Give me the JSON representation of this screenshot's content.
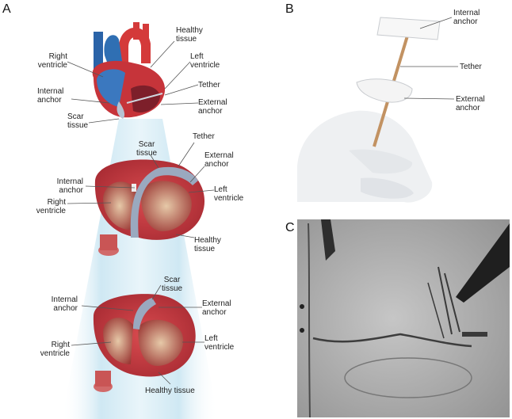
{
  "panel_a": {
    "letter": "A",
    "top_heart": {
      "healthy_tissue": "Healthy\ntissue",
      "right_ventricle": "Right\nventricle",
      "left_ventricle": "Left\nventricle",
      "tether": "Tether",
      "internal_anchor": "Internal\nanchor",
      "external_anchor": "External\nanchor",
      "scar_tissue": "Scar\ntissue"
    },
    "mid_section": {
      "scar_tissue": "Scar\ntissue",
      "tether": "Tether",
      "external_anchor": "External\nanchor",
      "internal_anchor": "Internal\nanchor",
      "left_ventricle": "Left\nventricle",
      "right_ventricle": "Right\nventricle",
      "healthy_tissue": "Healthy\ntissue"
    },
    "bottom_section": {
      "scar_tissue": "Scar\ntissue",
      "internal_anchor": "Internal\nanchor",
      "external_anchor": "External\nanchor",
      "left_ventricle": "Left\nventricle",
      "right_ventricle": "Right\nventricle",
      "healthy_tissue": "Healthy tissue"
    }
  },
  "panel_b": {
    "letter": "B",
    "internal_anchor": "Internal\nanchor",
    "tether": "Tether",
    "external_anchor": "External\nanchor"
  },
  "panel_c": {
    "letter": "C"
  },
  "colors": {
    "heart_red": "#c6343a",
    "muscle_dark": "#8e2a33",
    "vessel_blue": "#2f6fb3",
    "scar_blue": "#9aa9bf",
    "beam": "#d9eef7",
    "glove": "#eef0f2",
    "fluoro_gray": "#b3b3b3"
  }
}
